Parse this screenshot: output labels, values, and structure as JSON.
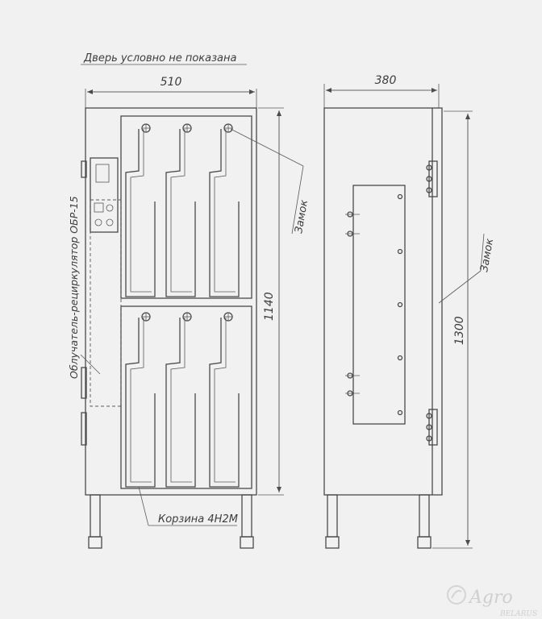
{
  "note": "Дверь условно не показана",
  "front": {
    "width_label": "510",
    "height_label": "1140",
    "lock_label": "Замок",
    "irradiator_label": "Облучатель-рециркулятор ОБР-15",
    "basket_label": "Корзина 4Н2М"
  },
  "side": {
    "width_label": "380",
    "height_label": "1300",
    "lock_label": "Замок"
  },
  "watermark": {
    "brand": "Agro",
    "sub": "BELARUS"
  }
}
